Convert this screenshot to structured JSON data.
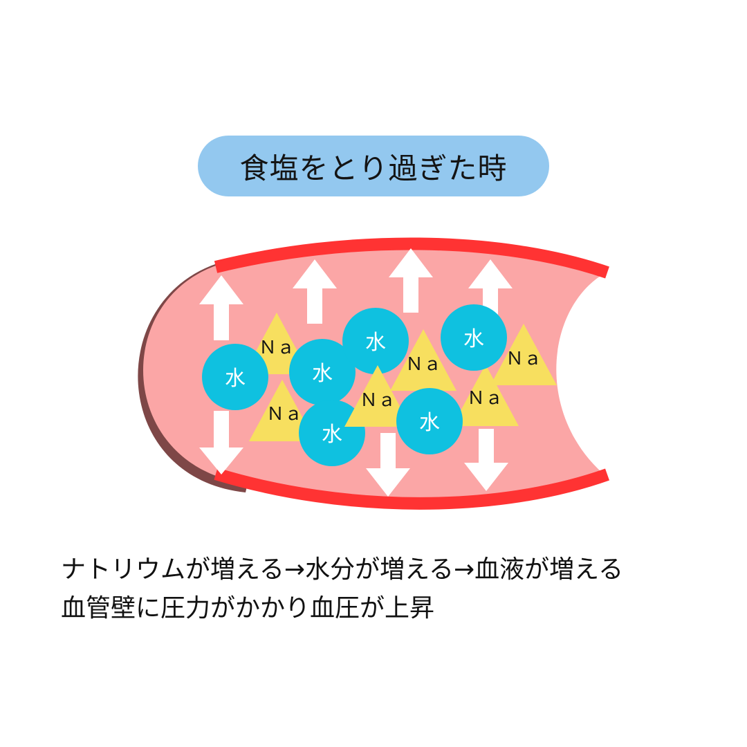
{
  "title": "食塩をとり過ぎた時",
  "labels": {
    "water": "水",
    "sodium": "Ｎａ"
  },
  "caption": {
    "line1": "ナトリウムが増える→水分が増える→血液が増える",
    "line2": "血管壁に圧力がかかり血圧が上昇"
  },
  "colors": {
    "title_bg": "#93c8ef",
    "vessel_wall": "#ff3333",
    "vessel_interior": "#fba6a6",
    "vessel_end_wall": "#7e4747",
    "water": "#0fc1e0",
    "sodium": "#f7df5f",
    "arrow": "#ffffff"
  }
}
